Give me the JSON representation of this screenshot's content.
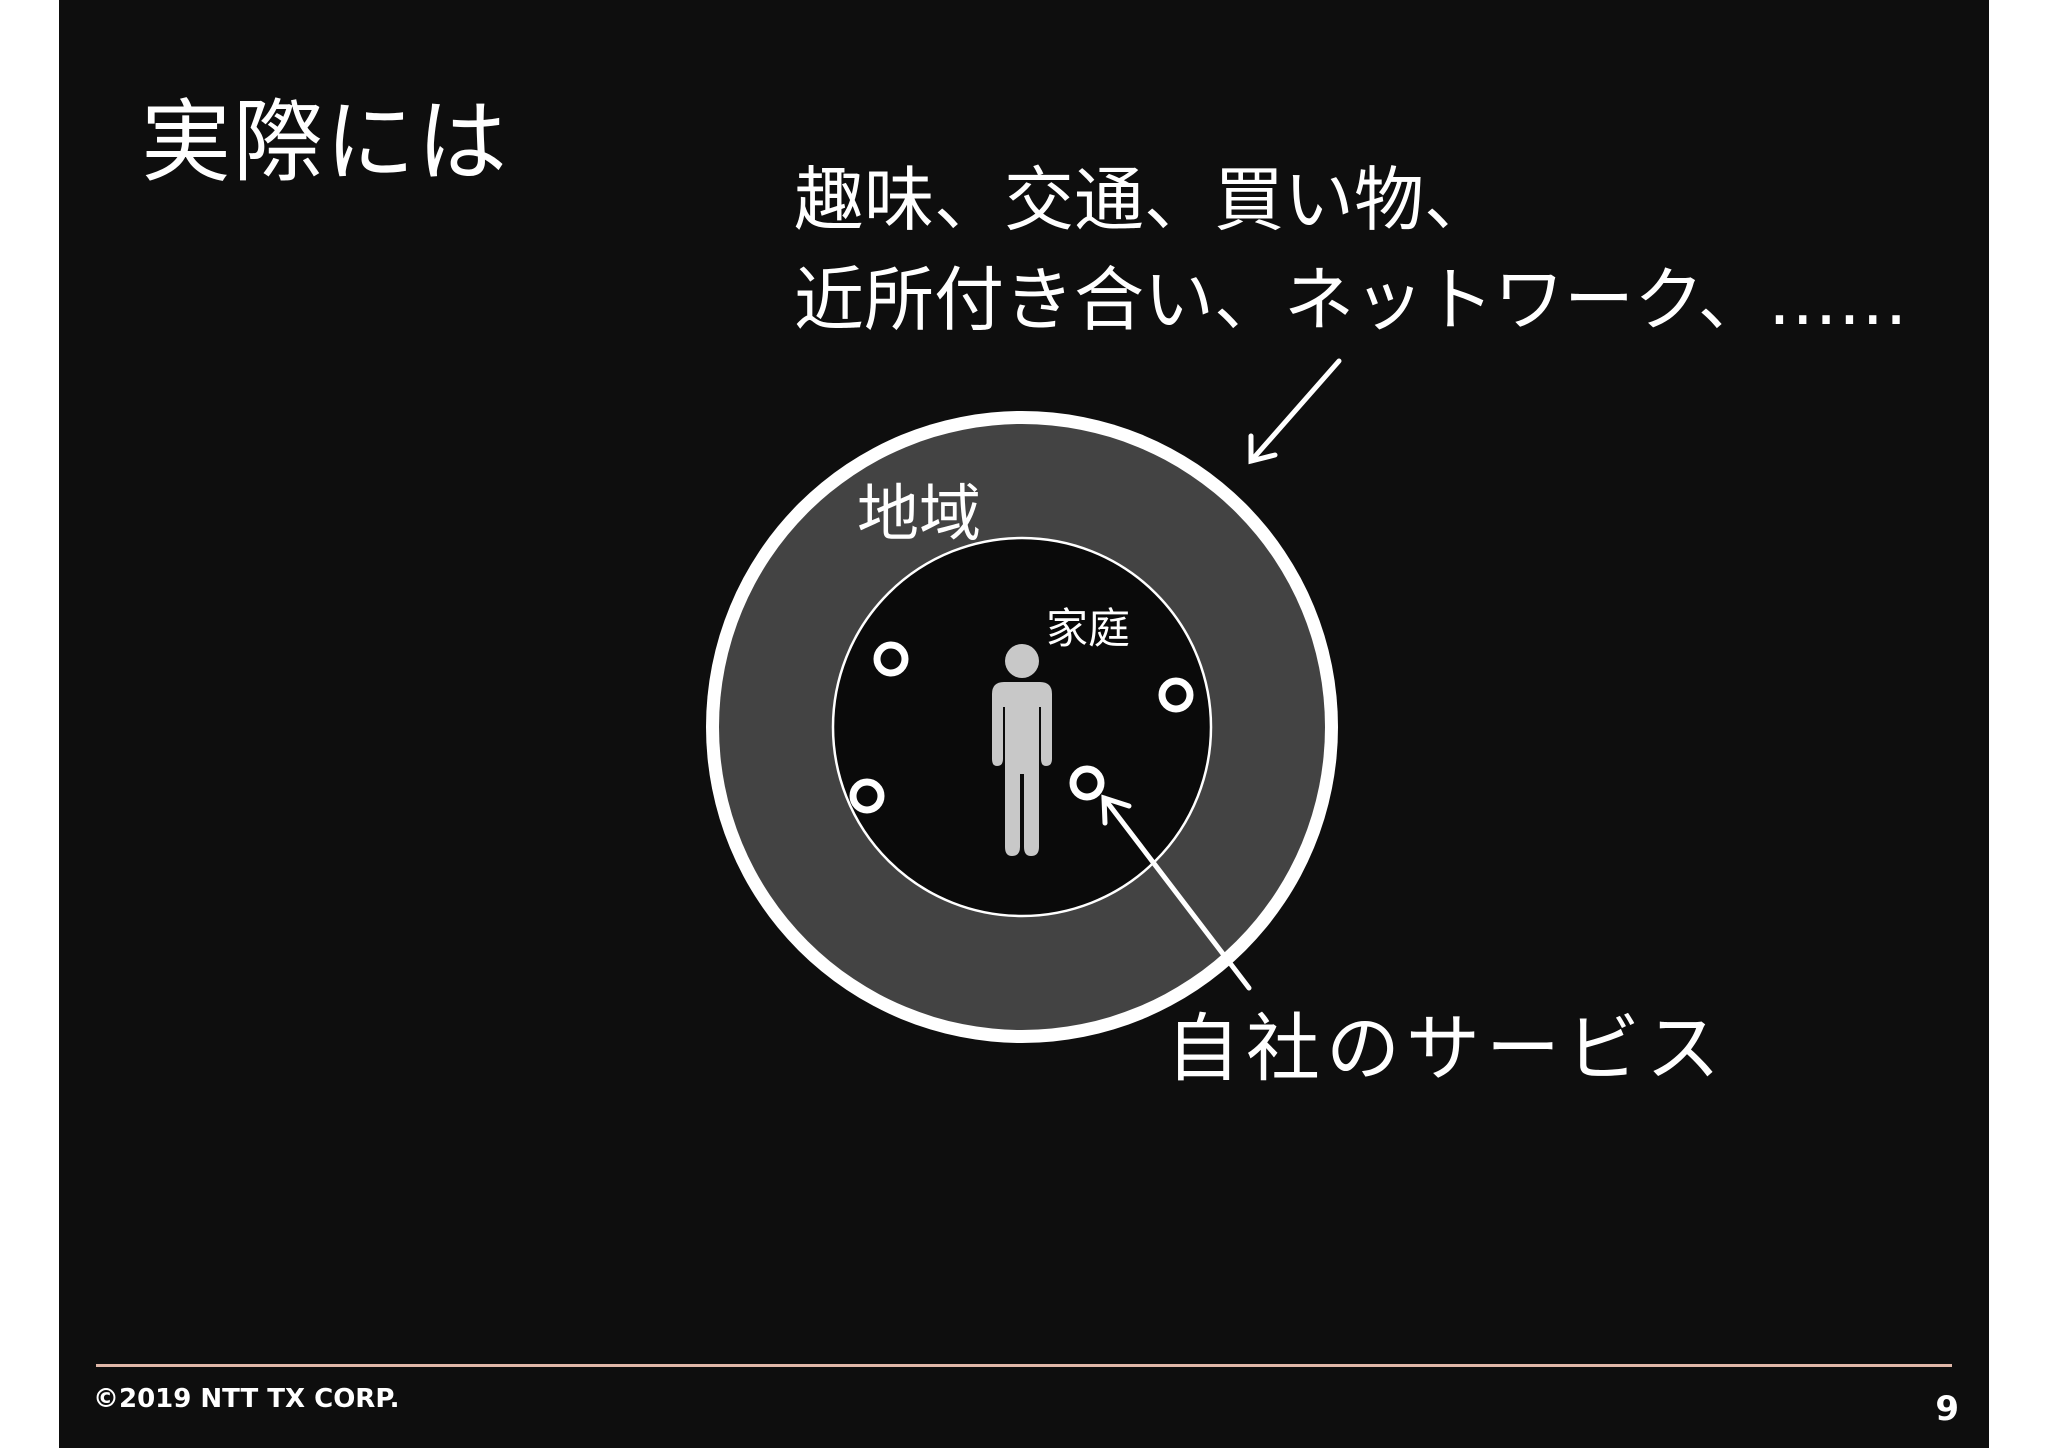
{
  "slide": {
    "title": "実際には",
    "callout_lines": [
      "趣味、交通、買い物、",
      "近所付き合い、ネットワーク、……"
    ],
    "region_label": "地域",
    "home_label": "家庭",
    "service_label": "自社のサービス",
    "copyright": "©2019 NTT TX CORP.",
    "page_number": "9"
  },
  "colors": {
    "background": "#0e0e0e",
    "ring": "#434343",
    "outline": "#ffffff",
    "person": "#c8c8c8",
    "footer_line": "#e0b7a8"
  },
  "icons": {
    "person": "person-icon",
    "service_marker": "circle-marker-icon"
  }
}
